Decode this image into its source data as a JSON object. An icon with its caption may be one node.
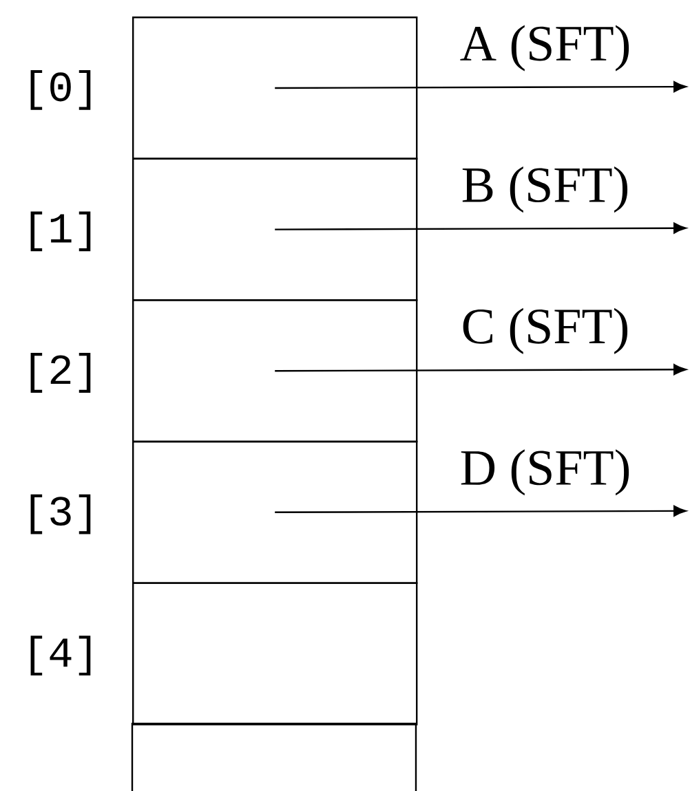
{
  "diagram": {
    "nodes": [
      {
        "text": [],
        "shape": "box",
        "beside": [
          "[0]"
        ]
      },
      {
        "text": [],
        "shape": "box",
        "beside": [
          "[1]"
        ]
      },
      {
        "text": [],
        "shape": "box",
        "beside": [
          "[2]"
        ]
      },
      {
        "text": [],
        "shape": "box",
        "beside": [
          "[3]"
        ]
      },
      {
        "text": [],
        "shape": "box",
        "beside": [
          "[4]"
        ]
      },
      {
        "text": [],
        "shape": "box"
      }
    ],
    "edges": [
      {
        "from": 0,
        "to": null,
        "arrow": "to",
        "label": "A (SFT)"
      },
      {
        "from": 1,
        "to": null,
        "arrow": "to",
        "label": "B (SFT)"
      },
      {
        "from": 2,
        "to": null,
        "arrow": "to",
        "label": "C (SFT)"
      },
      {
        "from": 3,
        "to": null,
        "arrow": "to",
        "label": "D (SFT)"
      }
    ]
  }
}
